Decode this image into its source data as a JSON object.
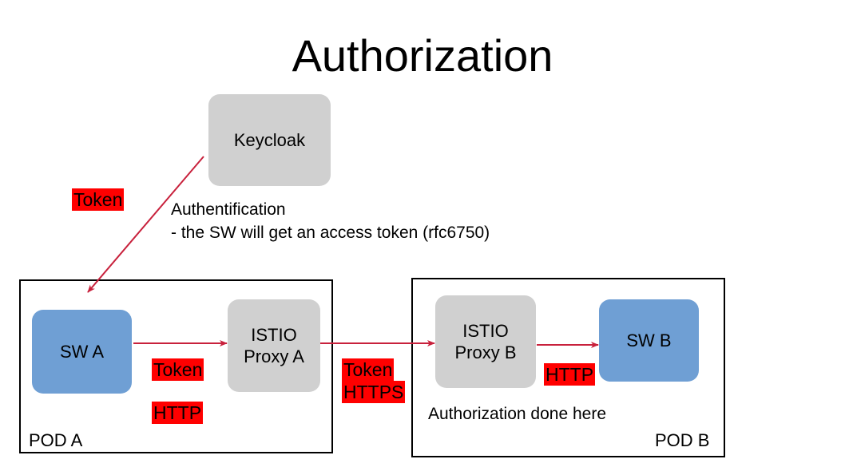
{
  "page": {
    "title": "Authorization",
    "background_color": "#ffffff"
  },
  "colors": {
    "node_gray": "#d0d0d0",
    "node_blue": "#6f9fd4",
    "highlight_red": "#ff0000",
    "arrow_red": "#c8213c",
    "border_black": "#000000",
    "text_black": "#000000"
  },
  "nodes": {
    "keycloak": {
      "label": "Keycloak",
      "style": "gray"
    },
    "sw_a": {
      "label": "SW A",
      "style": "blue"
    },
    "proxy_a": {
      "label_line1": "ISTIO",
      "label_line2": "Proxy A",
      "style": "gray"
    },
    "proxy_b": {
      "label_line1": "ISTIO",
      "label_line2": "Proxy B",
      "style": "gray"
    },
    "sw_b": {
      "label": "SW B",
      "style": "blue"
    }
  },
  "pods": {
    "pod_a": {
      "label": "POD A"
    },
    "pod_b": {
      "label": "POD B",
      "note": "Authorization done here"
    }
  },
  "notes": {
    "auth_heading": "Authentification",
    "auth_detail": "- the SW will get an access token (rfc6750)"
  },
  "highlights": {
    "keycloak_token": "Token",
    "pod_a_token": "Token",
    "pod_a_http": "HTTP",
    "inter_pod_token": "Token",
    "inter_pod_https": "HTTPS",
    "pod_b_http": "HTTP"
  },
  "arrows": [
    {
      "name": "keycloak-to-pod-a",
      "from": "Keycloak",
      "to": "POD A",
      "color": "#c8213c"
    },
    {
      "name": "sw-a-to-proxy-a",
      "from": "SW A",
      "to": "ISTIO Proxy A",
      "color": "#c8213c"
    },
    {
      "name": "proxy-a-to-proxy-b",
      "from": "ISTIO Proxy A",
      "to": "ISTIO Proxy B",
      "color": "#c8213c"
    },
    {
      "name": "proxy-b-to-sw-b",
      "from": "ISTIO Proxy B",
      "to": "SW B",
      "color": "#c8213c"
    }
  ]
}
